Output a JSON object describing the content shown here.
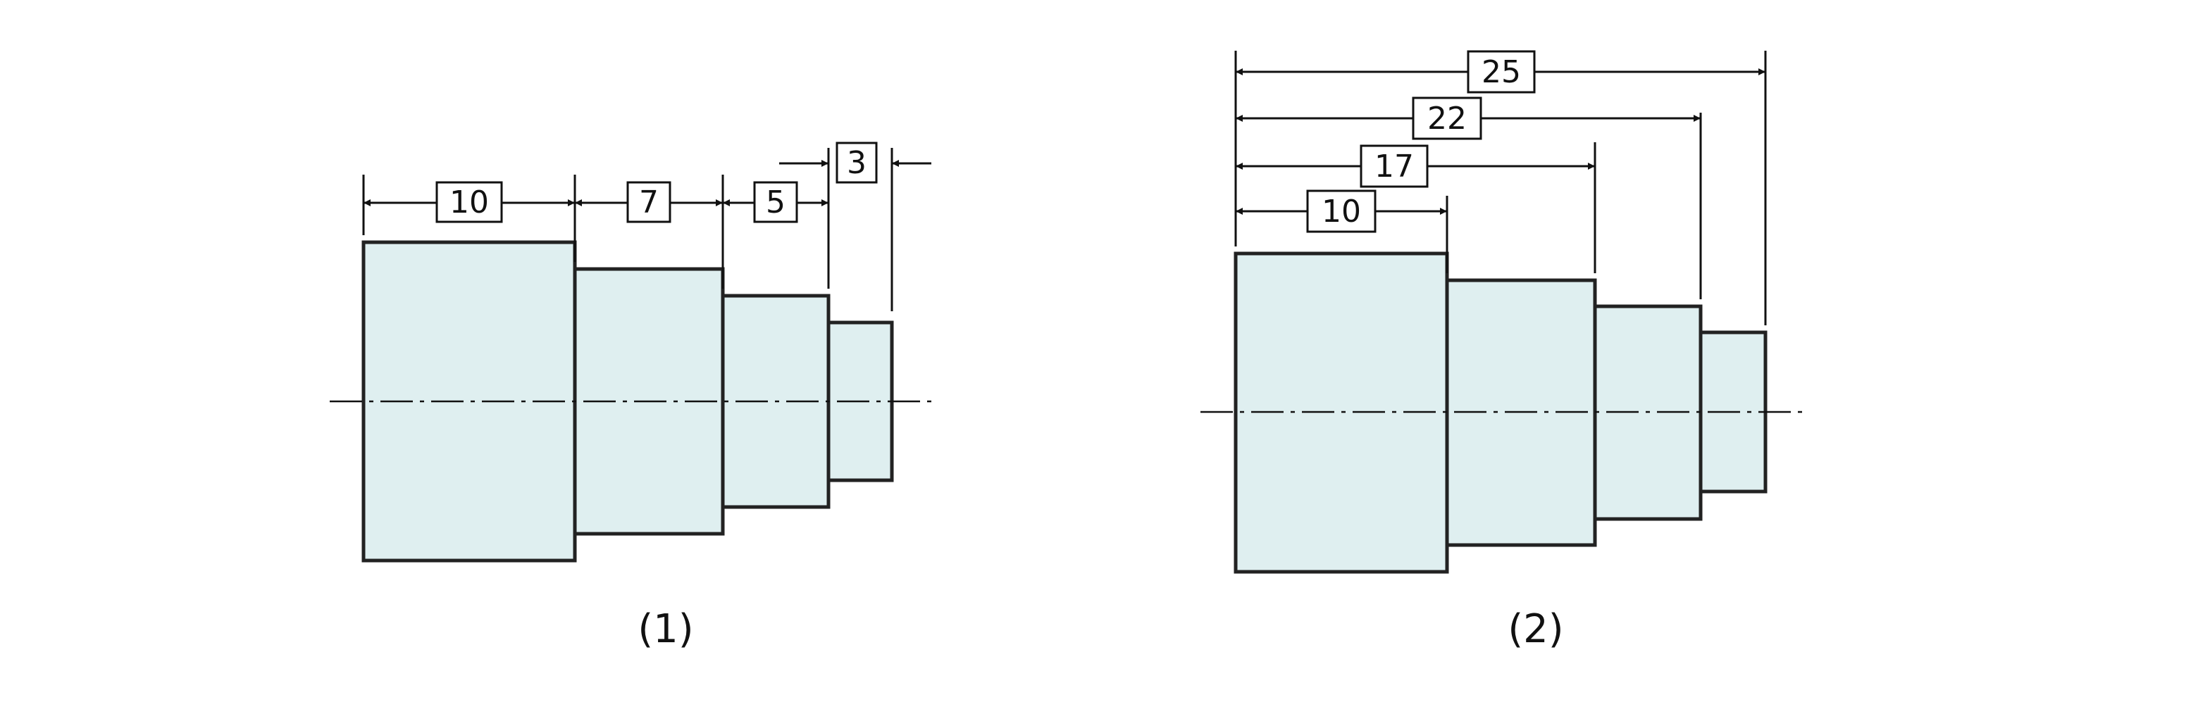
{
  "colors": {
    "part_fill": "#dfeff0",
    "line": "#111111"
  },
  "figures": [
    {
      "caption": "(1)",
      "labels": [
        "10",
        "7",
        "5",
        "3"
      ]
    },
    {
      "caption": "(2)",
      "labels": [
        "25",
        "22",
        "17",
        "10"
      ]
    }
  ]
}
